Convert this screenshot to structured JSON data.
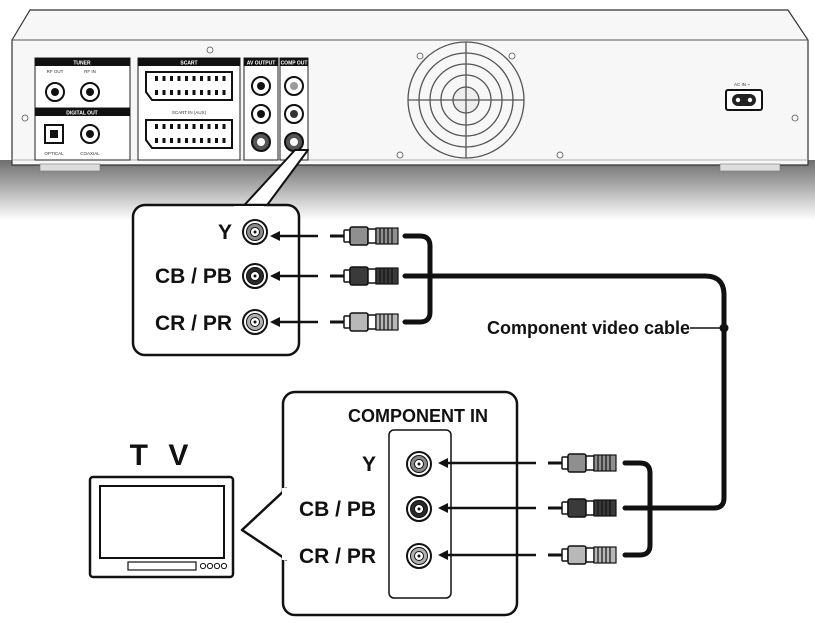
{
  "device": {
    "panels": {
      "tuner": "TUNER",
      "digital_out": "DIGITAL OUT",
      "scart": "SCART",
      "av_output": "AV OUTPUT",
      "comp_out": "COMP OUT"
    },
    "jacks": {
      "rf_out": "RF OUT",
      "rf_in": "RF IN",
      "optical": "OPTICAL",
      "coaxial": "COAXIAL",
      "scart_aux": "SCART IN (AUX)",
      "ac_in": "AC IN ~"
    }
  },
  "callout_player": {
    "y": "Y",
    "cb_pb": "CB / PB",
    "cr_pr": "CR / PR"
  },
  "cable_label": "Component video cable",
  "tv": {
    "title": "T V",
    "input_title": "COMPONENT IN",
    "y": "Y",
    "cb_pb": "CB / PB",
    "cr_pr": "CR / PR"
  },
  "colors": {
    "y_jack": "#8a8a8a",
    "cb_jack": "#2a2a2a",
    "cr_jack": "#b0b0b0",
    "cable": "#000000",
    "device_body": "#f7f7f7",
    "device_shadow": "#8c8c8c"
  }
}
